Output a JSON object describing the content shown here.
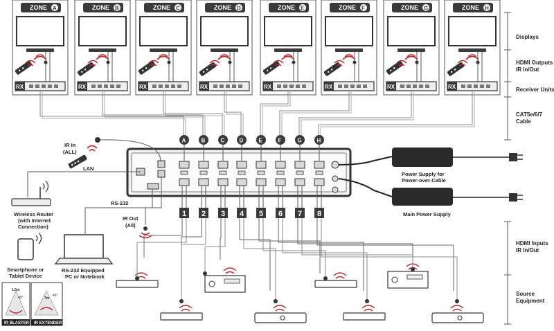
{
  "zones": [
    {
      "label": "ZONE",
      "letter": "A"
    },
    {
      "label": "ZONE",
      "letter": "B"
    },
    {
      "label": "ZONE",
      "letter": "C"
    },
    {
      "label": "ZONE",
      "letter": "D"
    },
    {
      "label": "ZONE",
      "letter": "E"
    },
    {
      "label": "ZONE",
      "letter": "F"
    },
    {
      "label": "ZONE",
      "letter": "G"
    },
    {
      "label": "ZONE",
      "letter": "H"
    }
  ],
  "receiver_label": "RX",
  "side_labels": {
    "displays": "Displays",
    "hdmi_outputs_1": "HDMI Outputs",
    "hdmi_outputs_2": "IR In/Out",
    "receiver_units": "Receiver Units",
    "cable_1": "CAT5e/6/7",
    "cable_2": "Cable",
    "hdmi_inputs_1": "HDMI Inputs",
    "hdmi_inputs_2": "IR In/Out",
    "source_1": "Source",
    "source_2": "Equipment"
  },
  "output_ports": [
    "A",
    "B",
    "C",
    "D",
    "E",
    "F",
    "G",
    "H"
  ],
  "input_ports": [
    "1",
    "2",
    "3",
    "4",
    "5",
    "6",
    "7",
    "8"
  ],
  "labels": {
    "ir_in_1": "IR In",
    "ir_in_2": "(ALL)",
    "lan": "LAN",
    "router_1": "Wireless Router",
    "router_2": "(with Internet",
    "router_3": "Connection)",
    "rs232": "RS-232",
    "ir_out_1": "IR Out",
    "ir_out_2": "(All)",
    "phone_1": "Smartphone or",
    "phone_2": "Tablet Device",
    "pc_1": "RS-232 Equipped",
    "pc_2": "PC or Notebook",
    "psu_poc_1": "Power Supply for",
    "psu_poc_2": "Power-over-Cable",
    "psu_main": "Main Power Supply",
    "blaster": "IR BLASTER",
    "extender": "IR EXTENDER",
    "blaster_dist": "1.5m",
    "blaster_angle": "45°",
    "extender_dist": "7m",
    "extender_angle": "45°"
  },
  "colors": {
    "dark": "#3a3a3a",
    "ir": "#c0282d",
    "line": "#666666",
    "panel": "#4a4a4a"
  }
}
